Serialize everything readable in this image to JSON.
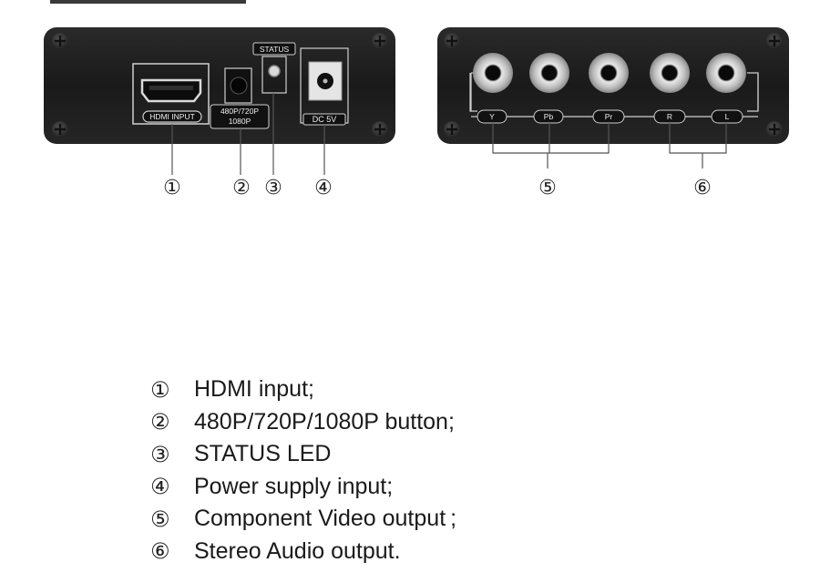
{
  "panel_left": {
    "hdmi_label": "HDMI INPUT",
    "res_label_line1": "480P/720P",
    "res_label_line2": "1080P",
    "status_label": "STATUS",
    "dc_label": "DC 5V"
  },
  "panel_right": {
    "jack_labels": [
      "Y",
      "Pb",
      "Pr",
      "R",
      "L"
    ]
  },
  "callouts": {
    "n1": "①",
    "n2": "②",
    "n3": "③",
    "n4": "④",
    "n5": "⑤",
    "n6": "⑥"
  },
  "legend": [
    {
      "num": "①",
      "text": "HDMI input;"
    },
    {
      "num": "②",
      "text": "480P/720P/1080P button;"
    },
    {
      "num": "③",
      "text": "STATUS LED"
    },
    {
      "num": "④",
      "text": "Power supply input;"
    },
    {
      "num": "⑤",
      "text": "Component Video output ;"
    },
    {
      "num": "⑥",
      "text": "Stereo Audio output."
    }
  ],
  "colors": {
    "panel": "#1f1f1f",
    "label_line": "#dddddd",
    "callout_line": "#444444"
  }
}
